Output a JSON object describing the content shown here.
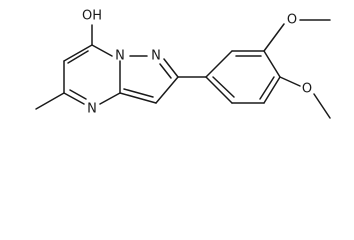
{
  "molecule": {
    "labels": {
      "hydroxyl": "OH",
      "n1": "N",
      "n2": "N",
      "n4": "N",
      "o_upper": "O",
      "o_lower": "O"
    },
    "colors": {
      "ink": "#1a1a1a",
      "background": "#ffffff"
    }
  }
}
